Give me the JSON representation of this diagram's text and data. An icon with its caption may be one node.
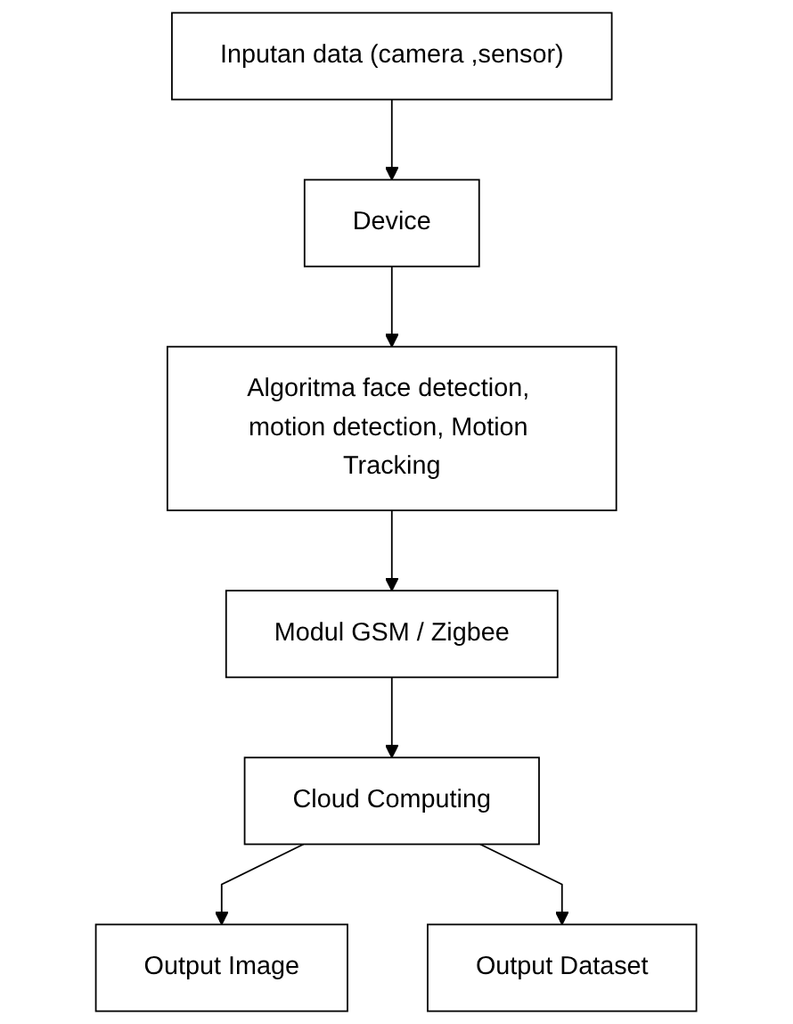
{
  "diagram": {
    "nodes": [
      {
        "text": [
          "Inputan data (camera ,sensor)"
        ]
      },
      {
        "text": [
          "Device"
        ]
      },
      {
        "text": [
          "Algoritma face detection, motion detection, Motion Tracking"
        ]
      },
      {
        "text": [
          "Modul GSM / Zigbee"
        ]
      },
      {
        "text": [
          "Cloud Computing"
        ]
      },
      {
        "text": [
          "Output Image"
        ]
      },
      {
        "text": [
          "Output  Dataset"
        ]
      }
    ],
    "edges": [
      {
        "from": 0,
        "to": 1,
        "arrow": "to"
      },
      {
        "from": 1,
        "to": 2,
        "arrow": "to"
      },
      {
        "from": 2,
        "to": 3,
        "arrow": "to"
      },
      {
        "from": 3,
        "to": 4,
        "arrow": "to"
      },
      {
        "from": 4,
        "to": 5,
        "arrow": "to"
      },
      {
        "from": 4,
        "to": 6,
        "arrow": "to"
      }
    ]
  }
}
